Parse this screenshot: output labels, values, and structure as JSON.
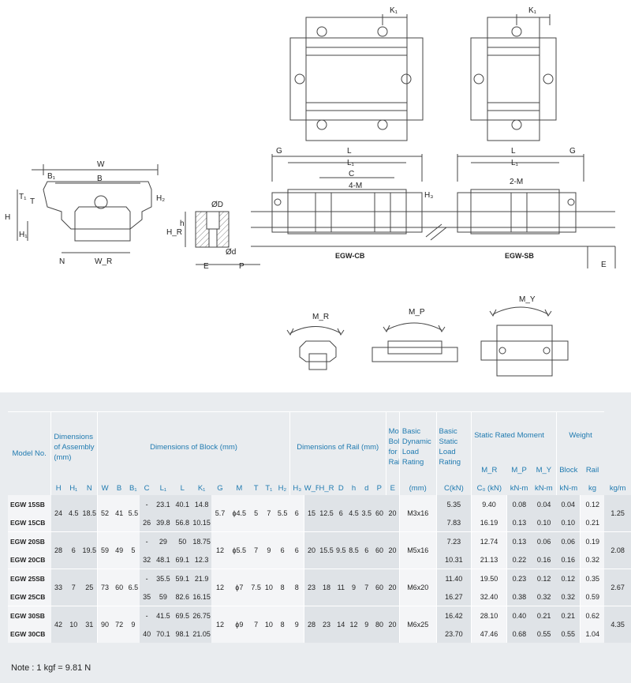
{
  "drawings": {
    "top_views": {
      "k1_label": "K₁"
    },
    "side_view": {
      "labels": {
        "W": "W",
        "B": "B",
        "B1": "B₁",
        "T": "T",
        "T1": "T₁",
        "H": "H",
        "H1": "H₁",
        "H2": "H₂",
        "N": "N",
        "WR": "W_R",
        "HR": "H_R",
        "h": "h",
        "D": "ØD",
        "d": "Ød",
        "E": "E",
        "P": "P"
      }
    },
    "long_views": {
      "labels": {
        "G": "G",
        "L": "L",
        "L1": "L₁",
        "C": "C",
        "hole4": "4-M",
        "hole2": "2-M",
        "H3": "H₃",
        "E": "E"
      },
      "caption_cb": "EGW-CB",
      "caption_sb": "EGW-SB"
    },
    "moments": {
      "MR": "M_R",
      "MP": "M_P",
      "MY": "M_Y"
    }
  },
  "table": {
    "groups": {
      "model": "Model No.",
      "assembly": "Dimensions of Assembly (mm)",
      "block": "Dimensions of Block (mm)",
      "rail": "Dimensions of Rail (mm)",
      "bolt": "Mounting Bolt for Rail",
      "dynamic": "Basic Dynamic Load Rating",
      "static": "Basic Static Load Rating",
      "moment": "Static Rated Moment",
      "weight": "Weight"
    },
    "subheaders": {
      "moment_cols": [
        "M_R",
        "M_P",
        "M_Y"
      ],
      "weight_cols": [
        "Block",
        "Rail"
      ]
    },
    "columns": [
      "H",
      "H₁",
      "N",
      "W",
      "B",
      "B₁",
      "C",
      "L₁",
      "L",
      "K₁",
      "G",
      "M",
      "T",
      "T₁",
      "H₂",
      "H₃",
      "W_R",
      "H_R",
      "D",
      "h",
      "d",
      "P",
      "E",
      "(mm)",
      "C(kN)",
      "C₀ (kN)",
      "kN-m",
      "kN-m",
      "kN-m",
      "kg",
      "kg/m"
    ],
    "sizes": [
      {
        "shared": {
          "H": "24",
          "H1": "4.5",
          "N": "18.5",
          "W": "52",
          "B": "41",
          "B1": "5.5",
          "G": "5.7",
          "M": "ϕ4.5",
          "T": "5",
          "T1": "7",
          "H2": "5.5",
          "H3": "6",
          "WR": "15",
          "HR": "12.5",
          "D": "6",
          "h": "4.5",
          "d": "3.5",
          "P": "60",
          "E": "20",
          "bolt": "M3x16",
          "rail_kg": "1.25"
        },
        "rows": [
          {
            "model": "EGW 15SB",
            "C": "-",
            "L1": "23.1",
            "L": "40.1",
            "K1": "14.8",
            "Cdyn": "5.35",
            "C0": "9.40",
            "MR": "0.08",
            "MP": "0.04",
            "MY": "0.04",
            "block_kg": "0.12"
          },
          {
            "model": "EGW 15CB",
            "C": "26",
            "L1": "39.8",
            "L": "56.8",
            "K1": "10.15",
            "Cdyn": "7.83",
            "C0": "16.19",
            "MR": "0.13",
            "MP": "0.10",
            "MY": "0.10",
            "block_kg": "0.21"
          }
        ]
      },
      {
        "shared": {
          "H": "28",
          "H1": "6",
          "N": "19.5",
          "W": "59",
          "B": "49",
          "B1": "5",
          "G": "12",
          "M": "ϕ5.5",
          "T": "7",
          "T1": "9",
          "H2": "6",
          "H3": "6",
          "WR": "20",
          "HR": "15.5",
          "D": "9.5",
          "h": "8.5",
          "d": "6",
          "P": "60",
          "E": "20",
          "bolt": "M5x16",
          "rail_kg": "2.08"
        },
        "rows": [
          {
            "model": "EGW 20SB",
            "C": "-",
            "L1": "29",
            "L": "50",
            "K1": "18.75",
            "Cdyn": "7.23",
            "C0": "12.74",
            "MR": "0.13",
            "MP": "0.06",
            "MY": "0.06",
            "block_kg": "0.19"
          },
          {
            "model": "EGW 20CB",
            "C": "32",
            "L1": "48.1",
            "L": "69.1",
            "K1": "12.3",
            "Cdyn": "10.31",
            "C0": "21.13",
            "MR": "0.22",
            "MP": "0.16",
            "MY": "0.16",
            "block_kg": "0.32"
          }
        ]
      },
      {
        "shared": {
          "H": "33",
          "H1": "7",
          "N": "25",
          "W": "73",
          "B": "60",
          "B1": "6.5",
          "G": "12",
          "M": "ϕ7",
          "T": "7.5",
          "T1": "10",
          "H2": "8",
          "H3": "8",
          "WR": "23",
          "HR": "18",
          "D": "11",
          "h": "9",
          "d": "7",
          "P": "60",
          "E": "20",
          "bolt": "M6x20",
          "rail_kg": "2.67"
        },
        "rows": [
          {
            "model": "EGW 25SB",
            "C": "-",
            "L1": "35.5",
            "L": "59.1",
            "K1": "21.9",
            "Cdyn": "11.40",
            "C0": "19.50",
            "MR": "0.23",
            "MP": "0.12",
            "MY": "0.12",
            "block_kg": "0.35"
          },
          {
            "model": "EGW 25CB",
            "C": "35",
            "L1": "59",
            "L": "82.6",
            "K1": "16.15",
            "Cdyn": "16.27",
            "C0": "32.40",
            "MR": "0.38",
            "MP": "0.32",
            "MY": "0.32",
            "block_kg": "0.59"
          }
        ]
      },
      {
        "shared": {
          "H": "42",
          "H1": "10",
          "N": "31",
          "W": "90",
          "B": "72",
          "B1": "9",
          "G": "12",
          "M": "ϕ9",
          "T": "7",
          "T1": "10",
          "H2": "8",
          "H3": "9",
          "WR": "28",
          "HR": "23",
          "D": "14",
          "h": "12",
          "d": "9",
          "P": "80",
          "E": "20",
          "bolt": "M6x25",
          "rail_kg": "4.35"
        },
        "rows": [
          {
            "model": "EGW 30SB",
            "C": "-",
            "L1": "41.5",
            "L": "69.5",
            "K1": "26.75",
            "Cdyn": "16.42",
            "C0": "28.10",
            "MR": "0.40",
            "MP": "0.21",
            "MY": "0.21",
            "block_kg": "0.62"
          },
          {
            "model": "EGW 30CB",
            "C": "40",
            "L1": "70.1",
            "L": "98.1",
            "K1": "21.05",
            "Cdyn": "23.70",
            "C0": "47.46",
            "MR": "0.68",
            "MP": "0.55",
            "MY": "0.55",
            "block_kg": "1.04"
          }
        ]
      }
    ],
    "note": "Note : 1 kgf = 9.81 N"
  }
}
